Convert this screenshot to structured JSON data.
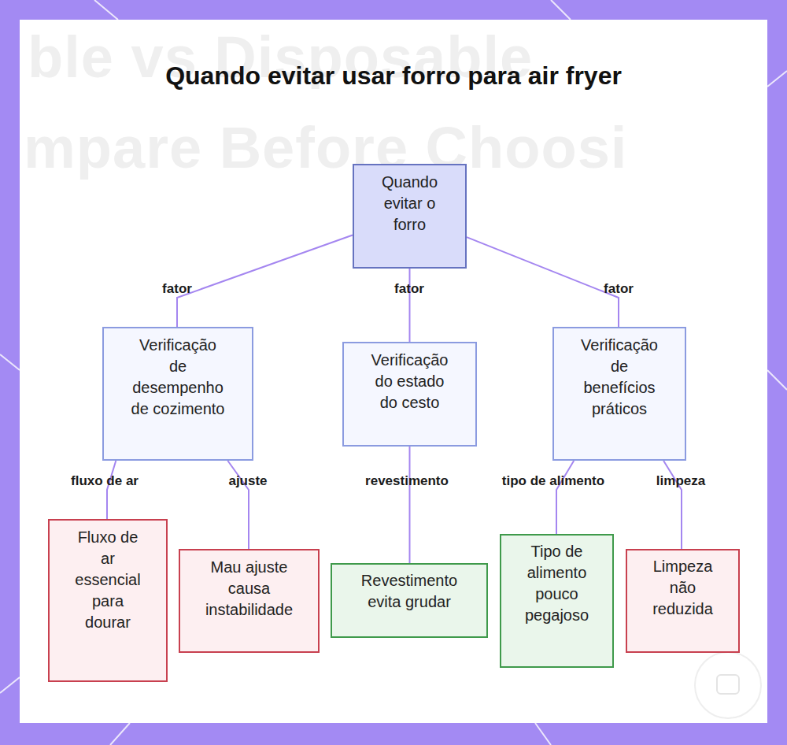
{
  "diagram": {
    "title": "Quando evitar usar forro para air fryer",
    "nodes": [
      {
        "text": [
          "Quando evitar o forro"
        ]
      },
      {
        "text": [
          "Verificação de desempenho de cozimento"
        ]
      },
      {
        "text": [
          "Verificação do estado do cesto"
        ]
      },
      {
        "text": [
          "Verificação de benefícios práticos"
        ]
      },
      {
        "text": [
          "Fluxo de ar essencial para dourar"
        ]
      },
      {
        "text": [
          "Mau ajuste causa instabilidade"
        ]
      },
      {
        "text": [
          "Revestimento evita grudar"
        ]
      },
      {
        "text": [
          "Tipo de alimento pouco pegajoso"
        ]
      },
      {
        "text": [
          "Limpeza não reduzida"
        ]
      }
    ],
    "edges": [
      {
        "from": 0,
        "to": 1,
        "label": "fator",
        "arrow": "none"
      },
      {
        "from": 0,
        "to": 2,
        "label": "fator",
        "arrow": "none"
      },
      {
        "from": 0,
        "to": 3,
        "label": "fator",
        "arrow": "none"
      },
      {
        "from": 1,
        "to": 4,
        "label": "fluxo de ar",
        "arrow": "none"
      },
      {
        "from": 1,
        "to": 5,
        "label": "ajuste",
        "arrow": "none"
      },
      {
        "from": 2,
        "to": 6,
        "label": "revestimento",
        "arrow": "none"
      },
      {
        "from": 3,
        "to": 7,
        "label": "tipo de alimento",
        "arrow": "none"
      },
      {
        "from": 3,
        "to": 8,
        "label": "limpeza",
        "arrow": "none"
      }
    ],
    "labels": [
      "ble vs Disposable",
      "mpare Before Choosi"
    ]
  }
}
